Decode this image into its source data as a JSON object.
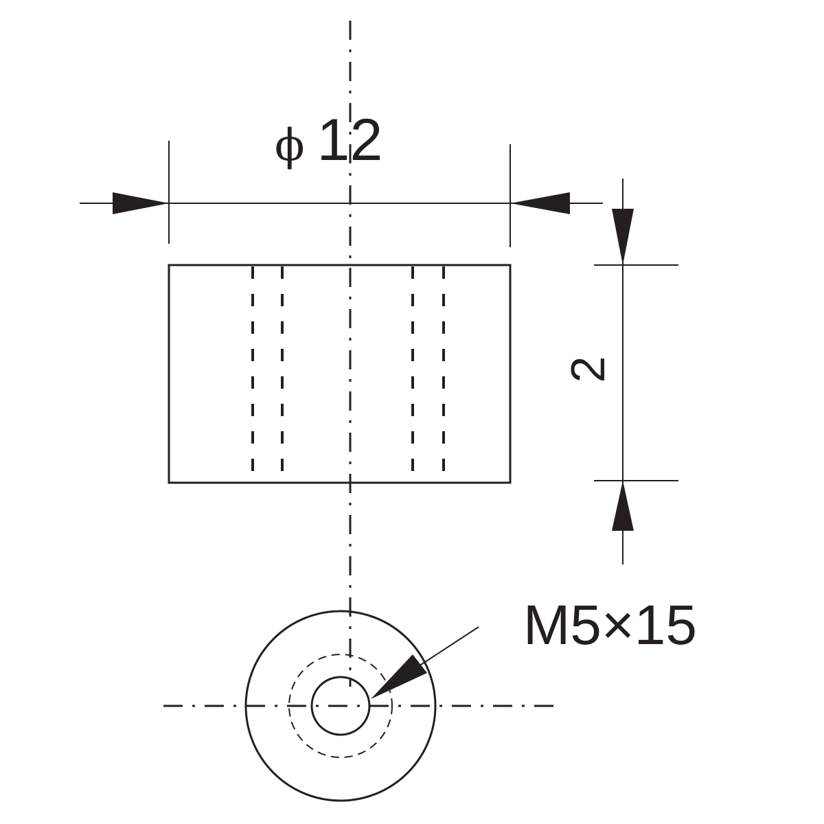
{
  "dimensions": {
    "diameter_symbol": "ϕ",
    "diameter_value": "12",
    "height_value": "2",
    "thread_callout": "M5×15"
  },
  "colors": {
    "ink": "#231f20",
    "background": "#ffffff"
  }
}
